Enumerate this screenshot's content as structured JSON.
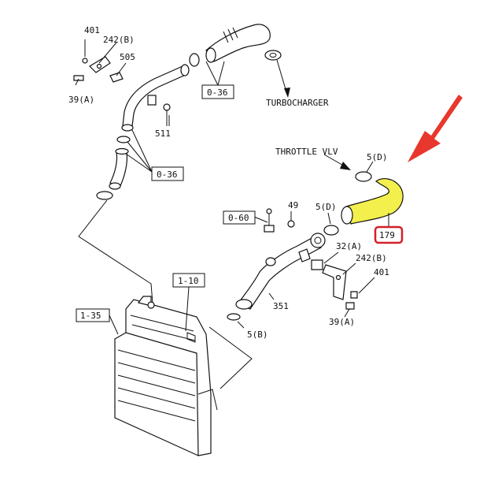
{
  "diagram": {
    "labels": {
      "p401_top": "401",
      "p242b_top": "242(B)",
      "p505": "505",
      "p39a_top": "39(A)",
      "p511": "511",
      "turbocharger": "TURBOCHARGER",
      "throttle_vlv": "THROTTLE VLV",
      "p5d_top": "5(D)",
      "p49": "49",
      "p5d_mid": "5(D)",
      "p32a": "32(A)",
      "p242b_right": "242(B)",
      "p401_right": "401",
      "p351": "351",
      "p5b": "5(B)",
      "p39a_right": "39(A)"
    },
    "boxed_refs": {
      "o36_top": "0-36",
      "o36_left": "0-36",
      "o60": "0-60",
      "r110": "1-10",
      "r135": "1-35"
    },
    "highlight": {
      "part_number": "179",
      "hose_color": "#f3f04e",
      "callout_border_color": "#d2202a",
      "arrow_color": "#e8372d"
    }
  }
}
